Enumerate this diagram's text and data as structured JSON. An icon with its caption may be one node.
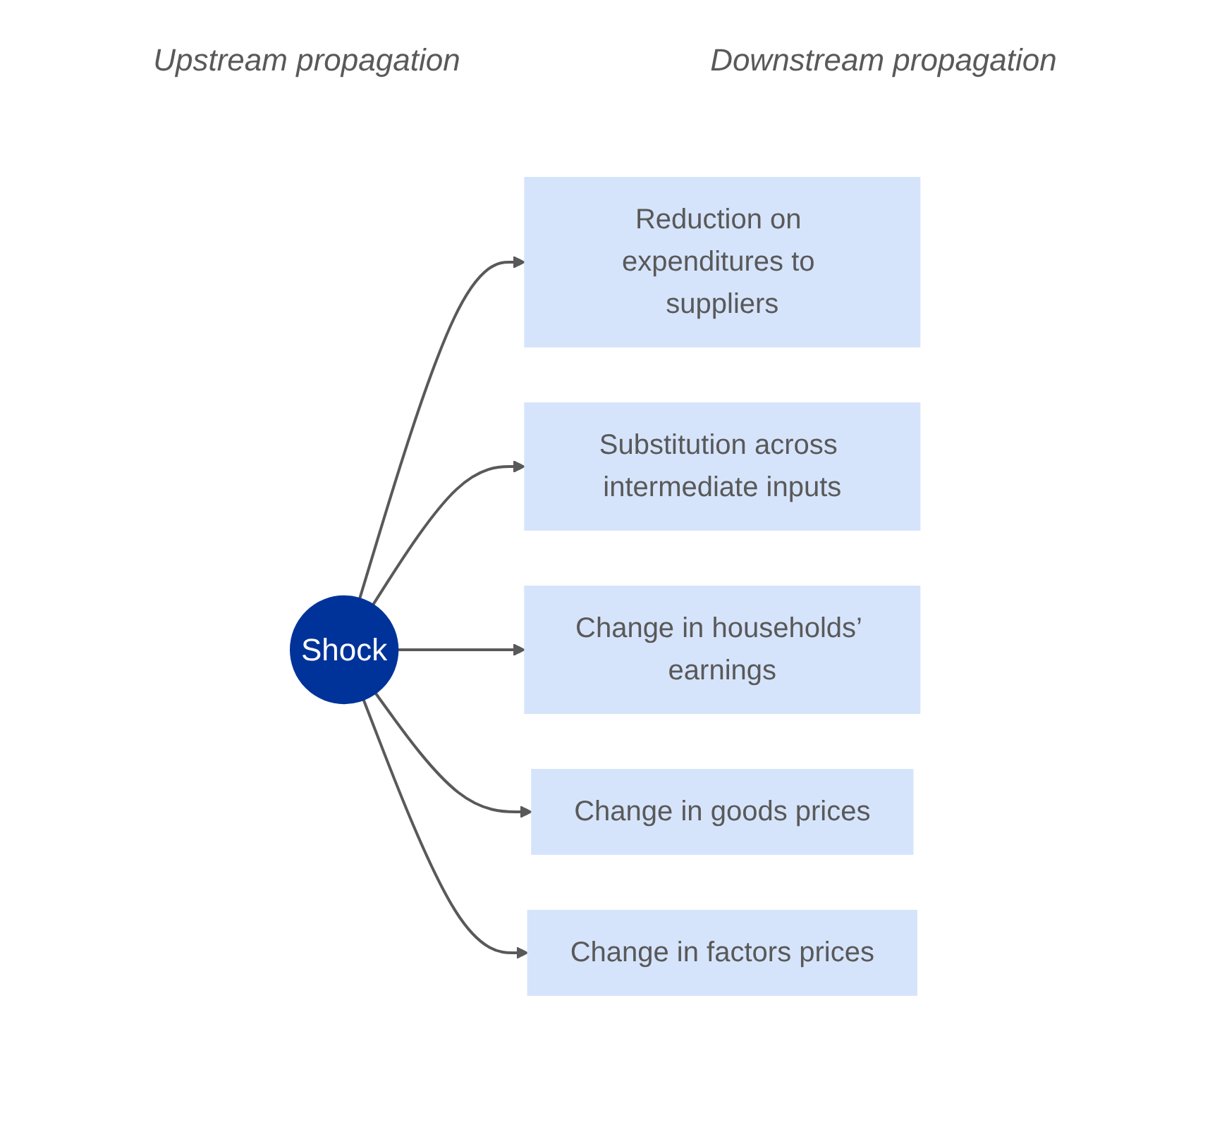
{
  "diagram": {
    "nodes": [
      {
        "text": [
          "Shock"
        ]
      },
      {
        "text": [
          "Reduction on expenditures to suppliers"
        ]
      },
      {
        "text": [
          "Substitution across intermediate inputs"
        ]
      },
      {
        "text": [
          "Change in households’ earnings"
        ]
      },
      {
        "text": [
          "Change in goods prices"
        ]
      },
      {
        "text": [
          "Change in factors prices"
        ]
      }
    ],
    "edges": [
      {
        "from": 0,
        "to": 1,
        "arrow": "to"
      },
      {
        "from": 0,
        "to": 2,
        "arrow": "to"
      },
      {
        "from": 0,
        "to": 3,
        "arrow": "to"
      },
      {
        "from": 0,
        "to": 4,
        "arrow": "to"
      },
      {
        "from": 0,
        "to": 5,
        "arrow": "to"
      }
    ],
    "labels": [
      "Upstream propagation",
      "Downstream propagation"
    ]
  }
}
